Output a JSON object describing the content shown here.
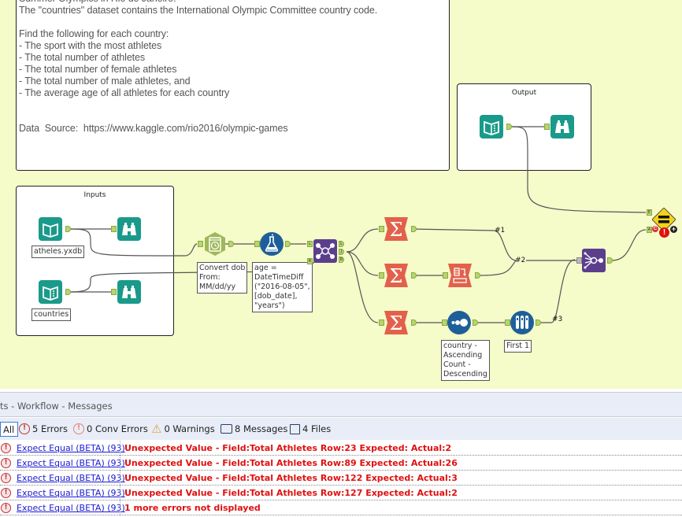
{
  "canvas": {
    "description_lines": [
      "Summer Olympics in Rio de Janeiro.",
      "The \"countries\" dataset contains the International Olympic Committee country code.",
      "",
      "Find the following for each country:",
      "- The sport with the most athletes",
      "- The total number of athletes",
      "- The total number of female athletes",
      "- The total number of male athletes, and",
      "- The average age of all athletes for each country",
      "",
      "",
      "Data  Source:  https://www.kaggle.com/rio2016/olympic-games"
    ],
    "containers": {
      "output": "Output",
      "inputs": "Inputs"
    },
    "annotations": {
      "athletes_input": "atheles.yxdb",
      "countries_input": "countries",
      "datetime": "Convert dob\nFrom:\nMM/dd/yy",
      "formula": "age =\nDateTimeDiff\n(\"2016-08-05\",\n[dob_date],\n\"years\")",
      "sort": "country -\nAscending\nCount -\nDescending",
      "sample": "First 1"
    },
    "wire_labels": [
      "#1",
      "#2",
      "#3"
    ],
    "anchors": {
      "join_left": "L",
      "join_right": "R",
      "join_out_l": "L",
      "join_out_j": "J",
      "join_out_r": "R",
      "expect_expected": "E",
      "expect_actual": "A"
    },
    "colors": {
      "canvas": "#f5fbc9",
      "input_tool": "#1a9a8a",
      "summarize_tool": "#e2614a",
      "join_tool": "#5b3f8c",
      "formula_tool": "#1f5f99",
      "datetime_tool": "#9eb85a",
      "expect_tool": "#f3d21a",
      "error": "#e01010"
    }
  },
  "messages_panel": {
    "title": "ts - Workflow - Messages",
    "filters": [
      {
        "label": "All",
        "icon": "none"
      },
      {
        "label": "5 Errors",
        "icon": "error-icon"
      },
      {
        "label": "0 Conv Errors",
        "icon": "conv-error-icon"
      },
      {
        "label": "0 Warnings",
        "icon": "warning-icon"
      },
      {
        "label": "8 Messages",
        "icon": "message-icon"
      },
      {
        "label": "4 Files",
        "icon": "file-icon"
      }
    ],
    "rows": [
      {
        "tool": "Expect Equal (BETA) (93)",
        "message": "Unexpected Value - Field:Total Athletes Row:23 Expected: Actual:2"
      },
      {
        "tool": "Expect Equal (BETA) (93)",
        "message": "Unexpected Value - Field:Total Athletes Row:89 Expected: Actual:26"
      },
      {
        "tool": "Expect Equal (BETA) (93)",
        "message": "Unexpected Value - Field:Total Athletes Row:122 Expected: Actual:3"
      },
      {
        "tool": "Expect Equal (BETA) (93)",
        "message": "Unexpected Value - Field:Total Athletes Row:127 Expected: Actual:2"
      },
      {
        "tool": "Expect Equal (BETA) (93)",
        "message": "1 more errors not displayed"
      }
    ]
  }
}
